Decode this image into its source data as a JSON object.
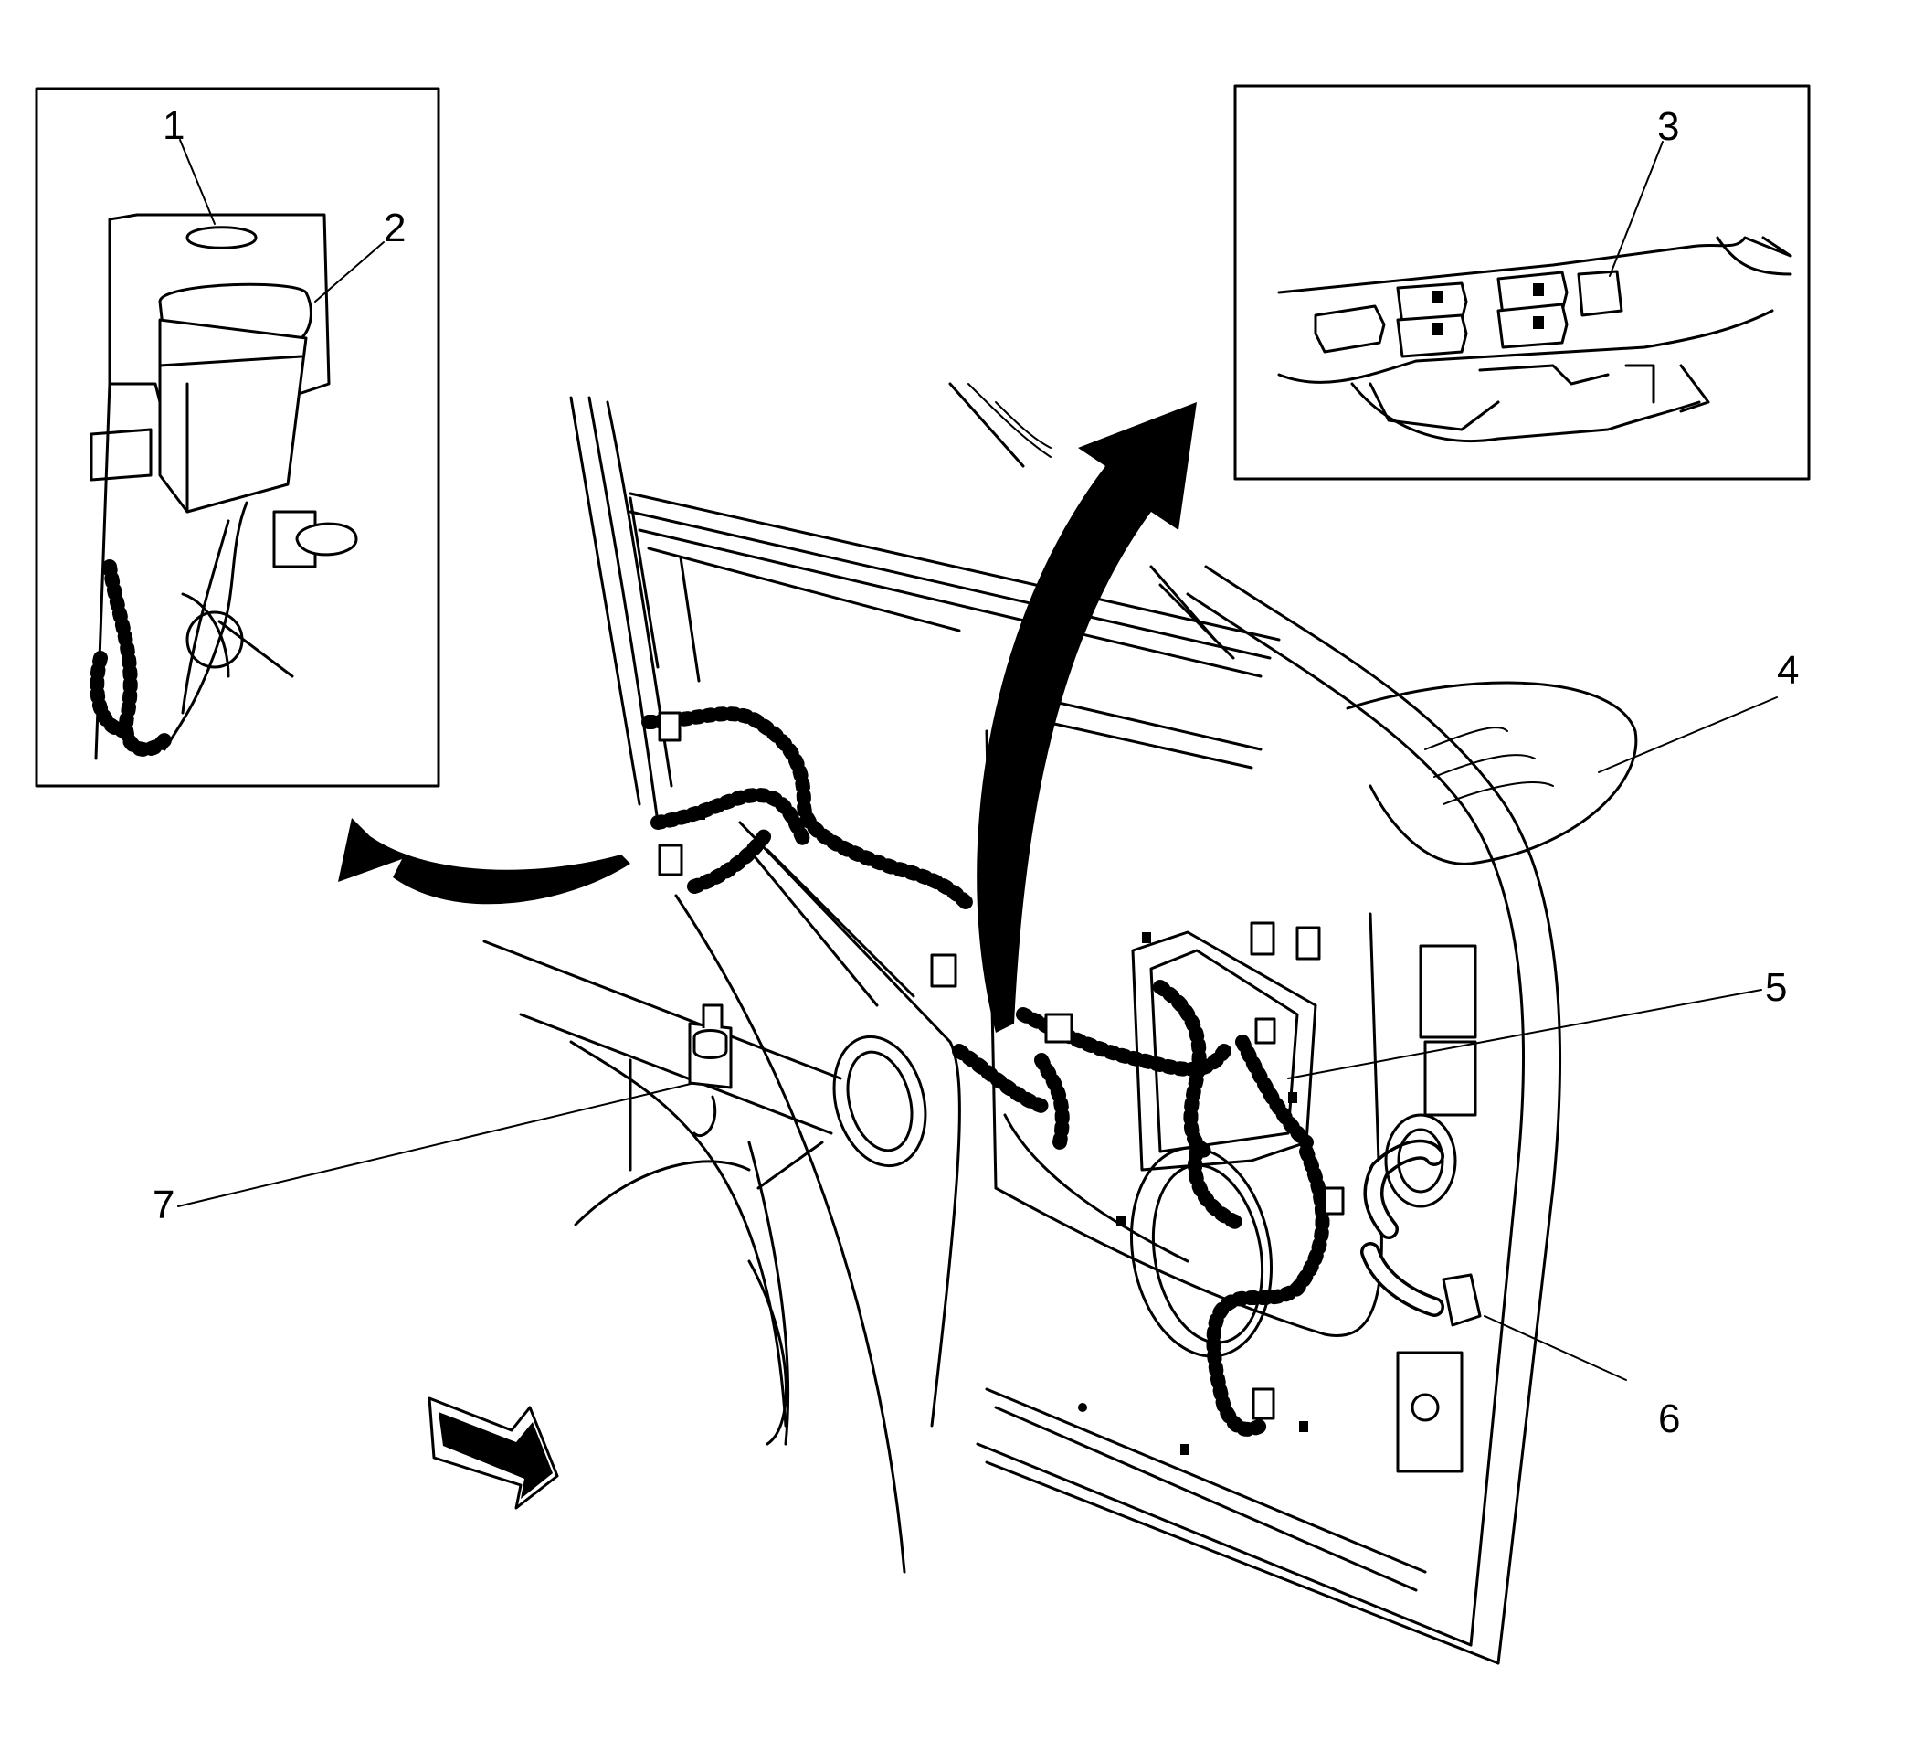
{
  "callouts": [
    {
      "id": "callout-1",
      "label": "1"
    },
    {
      "id": "callout-2",
      "label": "2"
    },
    {
      "id": "callout-3",
      "label": "3"
    },
    {
      "id": "callout-4",
      "label": "4"
    },
    {
      "id": "callout-5",
      "label": "5"
    },
    {
      "id": "callout-6",
      "label": "6"
    },
    {
      "id": "callout-7",
      "label": "7"
    }
  ],
  "icons": {
    "view_arrow_left": "curved-arrow-icon",
    "view_arrow_up": "curved-arrow-icon",
    "direction_arrow": "forward-direction-arrow-icon"
  },
  "colors": {
    "line": "#000000",
    "background": "#ffffff"
  }
}
